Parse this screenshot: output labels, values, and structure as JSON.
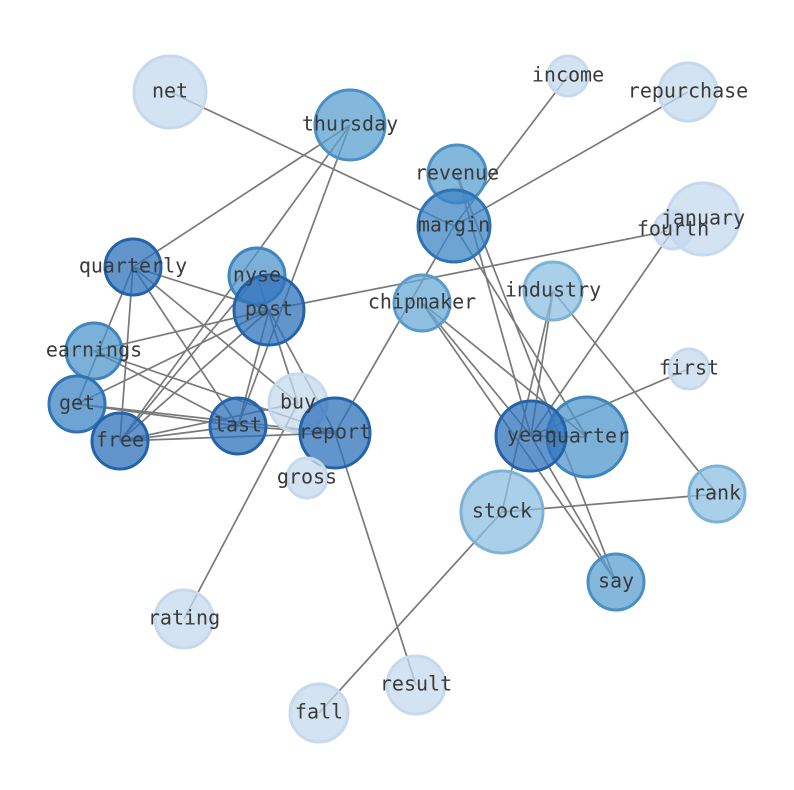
{
  "nodes": [
    {
      "id": "net",
      "label": "net",
      "fill": "#c6d9ee",
      "stroke": "#c6d9ee"
    },
    {
      "id": "income",
      "label": "income",
      "fill": "#c6d9ee",
      "stroke": "#c6d9ee"
    },
    {
      "id": "repurchase",
      "label": "repurchase",
      "fill": "#c6d9ee",
      "stroke": "#c6d9ee"
    },
    {
      "id": "thursday",
      "label": "thursday",
      "fill": "#5a9fd0",
      "stroke": "#4a90c4"
    },
    {
      "id": "revenue",
      "label": "revenue",
      "fill": "#5a9fd0",
      "stroke": "#4a90c4"
    },
    {
      "id": "margin",
      "label": "margin",
      "fill": "#3d85c6",
      "stroke": "#2e74b5"
    },
    {
      "id": "january",
      "label": "january",
      "fill": "#c6d9ee",
      "stroke": "#c6d9ee"
    },
    {
      "id": "fourth",
      "label": "fourth",
      "fill": "#c6d9ee",
      "stroke": "#c6d9ee"
    },
    {
      "id": "quarterly",
      "label": "quarterly",
      "fill": "#2f72bc",
      "stroke": "#2563a8"
    },
    {
      "id": "nyse",
      "label": "nyse",
      "fill": "#4f95cc",
      "stroke": "#3f86bf"
    },
    {
      "id": "post",
      "label": "post",
      "fill": "#2f72bc",
      "stroke": "#2563a8"
    },
    {
      "id": "chipmaker",
      "label": "chipmaker",
      "fill": "#6aaad6",
      "stroke": "#5a9bcb"
    },
    {
      "id": "industry",
      "label": "industry",
      "fill": "#8dbfe0",
      "stroke": "#7db2d7"
    },
    {
      "id": "earnings",
      "label": "earnings",
      "fill": "#4f95cc",
      "stroke": "#3f86bf"
    },
    {
      "id": "first",
      "label": "first",
      "fill": "#c6d9ee",
      "stroke": "#c6d9ee"
    },
    {
      "id": "get",
      "label": "get",
      "fill": "#3d85c6",
      "stroke": "#2e74b5"
    },
    {
      "id": "buy",
      "label": "buy",
      "fill": "#c6d9ee",
      "stroke": "#c6d9ee"
    },
    {
      "id": "last",
      "label": "last",
      "fill": "#2f72bc",
      "stroke": "#2563a8"
    },
    {
      "id": "free",
      "label": "free",
      "fill": "#2f72bc",
      "stroke": "#2563a8"
    },
    {
      "id": "report",
      "label": "report",
      "fill": "#2f72bc",
      "stroke": "#2563a8"
    },
    {
      "id": "quarter",
      "label": "quarter",
      "fill": "#4f95cc",
      "stroke": "#3f86bf"
    },
    {
      "id": "year",
      "label": "year",
      "fill": "#2f72bc",
      "stroke": "#2563a8"
    },
    {
      "id": "gross",
      "label": "gross",
      "fill": "#c6d9ee",
      "stroke": "#c6d9ee"
    },
    {
      "id": "rank",
      "label": "rank",
      "fill": "#8dbfe0",
      "stroke": "#7db2d7"
    },
    {
      "id": "stock",
      "label": "stock",
      "fill": "#8dbfe0",
      "stroke": "#7db2d7"
    },
    {
      "id": "say",
      "label": "say",
      "fill": "#5a9fd0",
      "stroke": "#4a90c4"
    },
    {
      "id": "rating",
      "label": "rating",
      "fill": "#c6d9ee",
      "stroke": "#c6d9ee"
    },
    {
      "id": "result",
      "label": "result",
      "fill": "#c6d9ee",
      "stroke": "#c6d9ee"
    },
    {
      "id": "fall",
      "label": "fall",
      "fill": "#c6d9ee",
      "stroke": "#c6d9ee"
    }
  ],
  "edges": [
    [
      "net",
      "margin"
    ],
    [
      "income",
      "margin"
    ],
    [
      "repurchase",
      "margin"
    ],
    [
      "thursday",
      "quarterly"
    ],
    [
      "thursday",
      "last"
    ],
    [
      "thursday",
      "free"
    ],
    [
      "revenue",
      "year"
    ],
    [
      "revenue",
      "say"
    ],
    [
      "margin",
      "quarter"
    ],
    [
      "margin",
      "report"
    ],
    [
      "fourth",
      "post"
    ],
    [
      "fourth",
      "year"
    ],
    [
      "quarterly",
      "post"
    ],
    [
      "quarterly",
      "get"
    ],
    [
      "quarterly",
      "free"
    ],
    [
      "quarterly",
      "last"
    ],
    [
      "quarterly",
      "buy"
    ],
    [
      "post",
      "earnings"
    ],
    [
      "post",
      "get"
    ],
    [
      "post",
      "free"
    ],
    [
      "post",
      "last"
    ],
    [
      "post",
      "report"
    ],
    [
      "nyse",
      "free"
    ],
    [
      "nyse",
      "buy"
    ],
    [
      "chipmaker",
      "year"
    ],
    [
      "chipmaker",
      "say"
    ],
    [
      "chipmaker",
      "quarter"
    ],
    [
      "industry",
      "rank"
    ],
    [
      "industry",
      "stock"
    ],
    [
      "industry",
      "year"
    ],
    [
      "earnings",
      "last"
    ],
    [
      "earnings",
      "report"
    ],
    [
      "get",
      "last"
    ],
    [
      "get",
      "report"
    ],
    [
      "free",
      "last"
    ],
    [
      "free",
      "report"
    ],
    [
      "free",
      "buy"
    ],
    [
      "last",
      "report"
    ],
    [
      "buy",
      "rating"
    ],
    [
      "report",
      "result"
    ],
    [
      "quarter",
      "year"
    ],
    [
      "first",
      "year"
    ],
    [
      "rank",
      "stock"
    ],
    [
      "stock",
      "fall"
    ],
    [
      "year",
      "say"
    ]
  ]
}
